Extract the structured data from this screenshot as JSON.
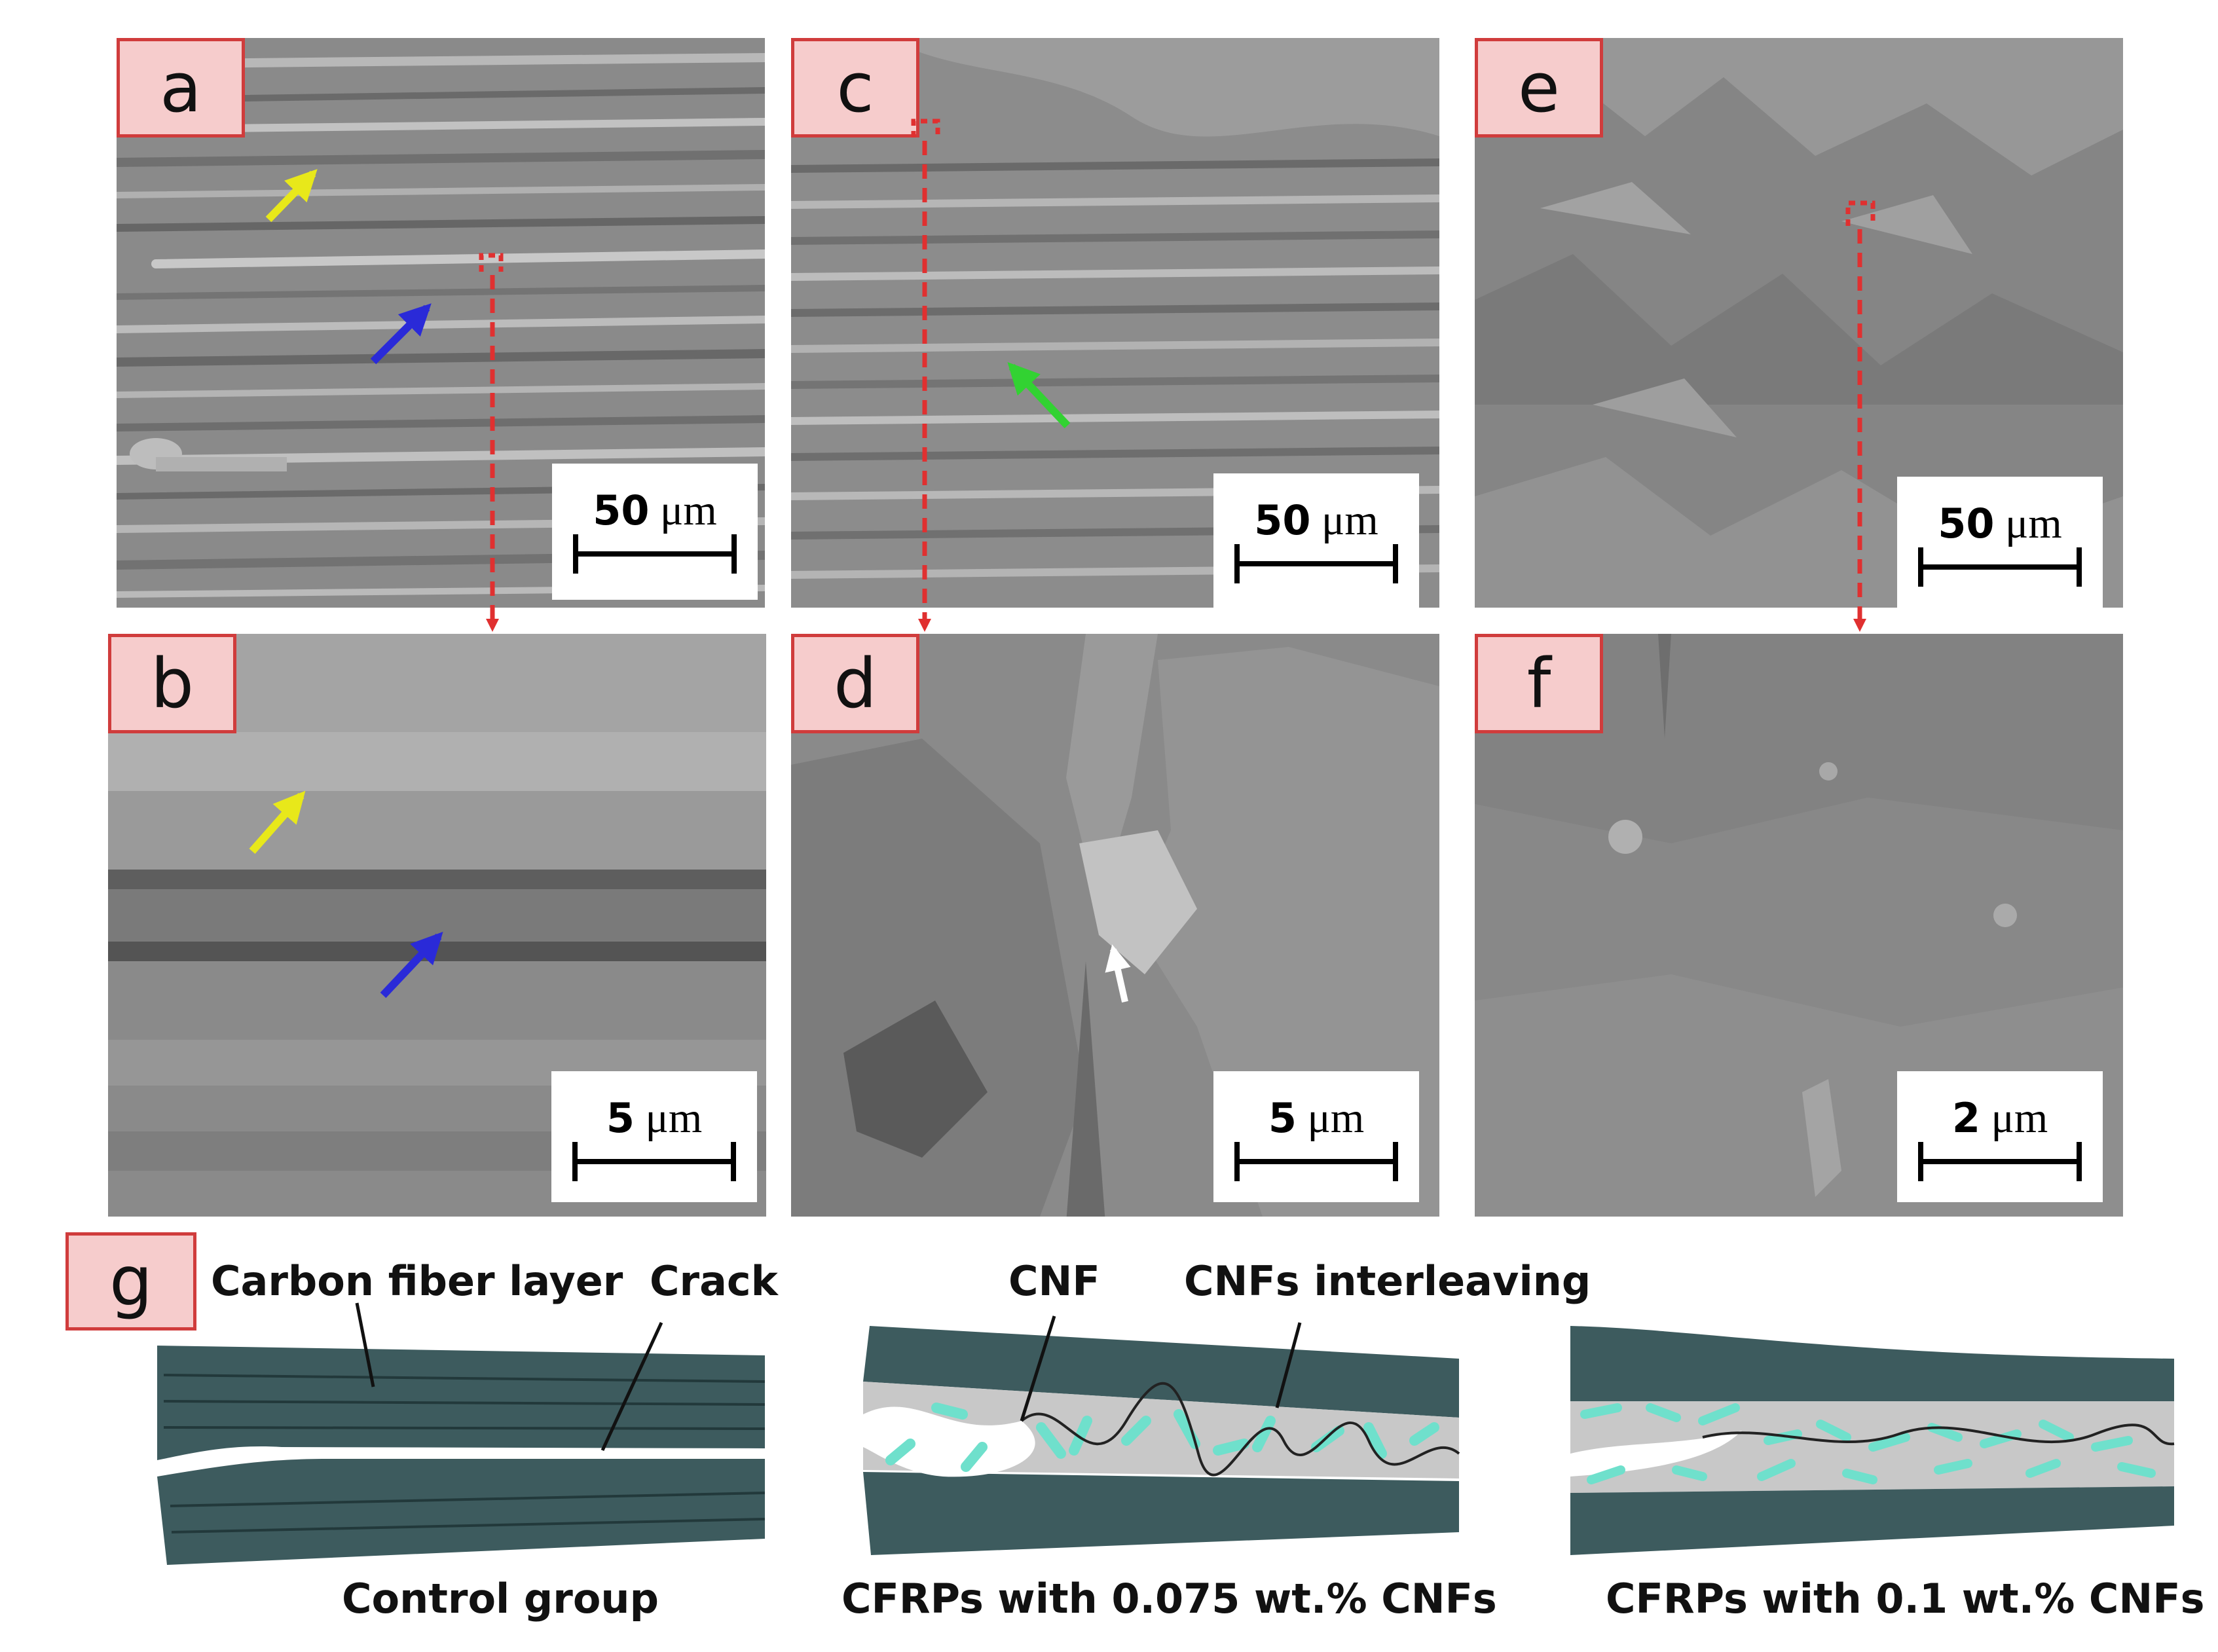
{
  "panels": {
    "a": {
      "label": "a",
      "scale": "50",
      "unit": "μm"
    },
    "b": {
      "label": "b",
      "scale": "5",
      "unit": "μm"
    },
    "c": {
      "label": "c",
      "scale": "50",
      "unit": "μm"
    },
    "d": {
      "label": "d",
      "scale": "5",
      "unit": "μm"
    },
    "e": {
      "label": "e",
      "scale": "50",
      "unit": "μm"
    },
    "f": {
      "label": "f",
      "scale": "2",
      "unit": "μm"
    }
  },
  "schematic": {
    "label": "g",
    "annotations": {
      "carbon_fiber_layer": "Carbon fiber layer",
      "crack": "Crack",
      "cnf": "CNF",
      "cnfs_interleaving": "CNFs interleaving"
    },
    "captions": {
      "control": "Control group",
      "cnf_0075": "CFRPs with 0.075  wt.% CNFs",
      "cnf_01": "CFRPs with 0.1 wt.% CNFs"
    }
  },
  "colors": {
    "label_fill": "#f6cccc",
    "label_border": "#d03c3c",
    "arrow_yellow": "#e8e81a",
    "arrow_blue": "#2a2ad8",
    "arrow_green": "#32d232",
    "guide_red": "#e03030",
    "fiber_layer": "#3d5b5e",
    "cnf": "#6fe0cc"
  }
}
